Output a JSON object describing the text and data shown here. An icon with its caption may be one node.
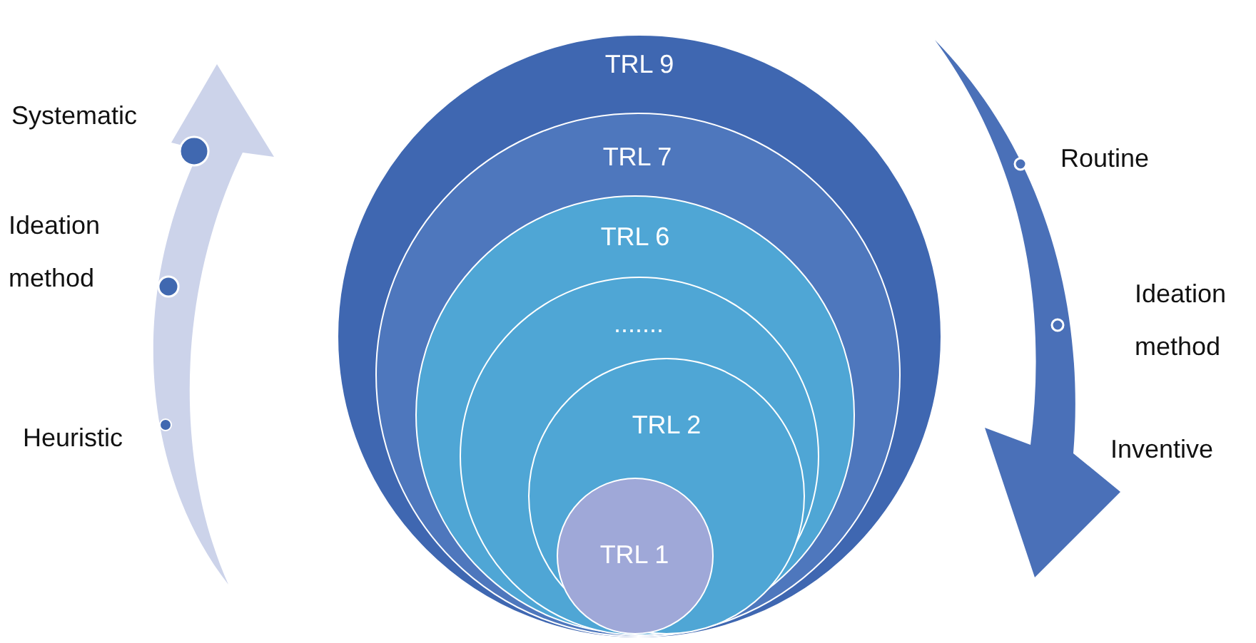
{
  "diagram": {
    "nodes": [
      {
        "text": [
          "TRL 9"
        ]
      },
      {
        "text": [
          "TRL 7"
        ],
        "in": 0
      },
      {
        "text": [
          "TRL 6"
        ],
        "in": 1
      },
      {
        "text": [
          "......."
        ],
        "in": 2
      },
      {
        "text": [
          "TRL 2"
        ],
        "in": 3
      },
      {
        "text": [
          "TRL 1"
        ],
        "in": 4
      }
    ],
    "labels": [
      "Systematic",
      "Ideation method",
      "Heuristic",
      "Routine",
      "Ideation method",
      "Inventive"
    ]
  }
}
